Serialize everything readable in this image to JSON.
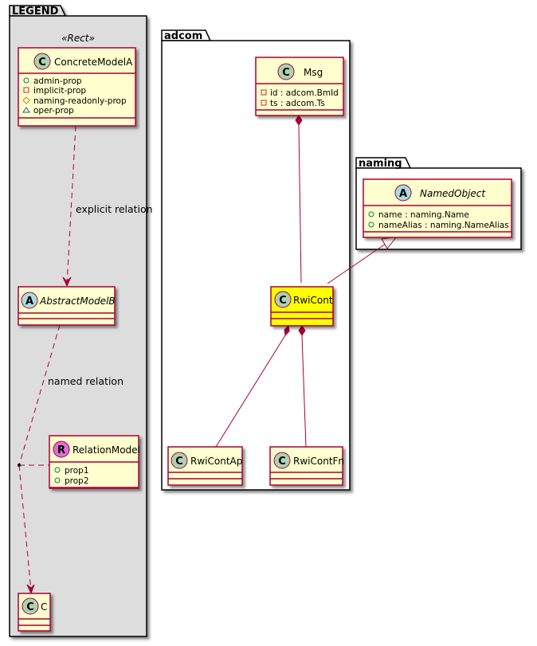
{
  "colors": {
    "class_fill": "#FEFECE",
    "class_border": "#A80036",
    "highlight_fill": "#FFFF00",
    "legend_pkg_fill": "#DDDDDD",
    "pkg_fill": "#FFFFFF",
    "edge": "#A80036",
    "icon_class": "#ADD1B2",
    "icon_abstract": "#A9DCDF",
    "icon_relation": "#DA70D6",
    "vis_public": "#038048",
    "vis_private": "#C82930",
    "vis_protected": "#B38D22",
    "vis_package": "#1963A0"
  },
  "packages": {
    "legend": {
      "name": "LEGEND",
      "stereotype": "«Rect»"
    },
    "adcom": {
      "name": "adcom"
    },
    "naming": {
      "name": "naming"
    }
  },
  "classes": {
    "concrete_model_a": {
      "letter": "C",
      "name": "ConcreteModelA",
      "attributes": [
        {
          "visibility": "public",
          "text": "admin-prop"
        },
        {
          "visibility": "private",
          "text": "implicit-prop"
        },
        {
          "visibility": "protected",
          "text": "naming-readonly-prop"
        },
        {
          "visibility": "package",
          "text": "oper-prop"
        }
      ]
    },
    "abstract_model_b": {
      "letter": "A",
      "name": "AbstractModelB",
      "attributes": []
    },
    "relation_model": {
      "letter": "R",
      "name": "RelationModel",
      "attributes": [
        {
          "visibility": "public",
          "text": "prop1"
        },
        {
          "visibility": "public",
          "text": "prop2"
        }
      ]
    },
    "c": {
      "letter": "C",
      "name": "C",
      "attributes": []
    },
    "msg": {
      "letter": "C",
      "name": "Msg",
      "attributes": [
        {
          "visibility": "private",
          "text": "id : adcom.BmId"
        },
        {
          "visibility": "private",
          "text": "ts : adcom.Ts"
        }
      ]
    },
    "rwi_cont": {
      "letter": "C",
      "name": "RwiCont",
      "attributes": []
    },
    "rwi_cont_ap": {
      "letter": "C",
      "name": "RwiContAp",
      "attributes": []
    },
    "rwi_cont_fn": {
      "letter": "C",
      "name": "RwiContFn",
      "attributes": []
    },
    "named_object": {
      "letter": "A",
      "name": "NamedObject",
      "attributes": [
        {
          "visibility": "public",
          "text": "name : naming.Name"
        },
        {
          "visibility": "public",
          "text": "nameAlias : naming.NameAlias"
        }
      ]
    }
  },
  "relations": {
    "explicit": {
      "from": "ConcreteModelA",
      "to": "AbstractModelB",
      "type": "dependency",
      "label": "explicit relation"
    },
    "named": {
      "from": "AbstractModelB",
      "to": "C",
      "type": "association-class",
      "via": "RelationModel",
      "label": "named relation"
    },
    "msg_rwicont": {
      "from": "Msg",
      "to": "RwiCont",
      "type": "composition"
    },
    "rwicont_ap": {
      "from": "RwiCont",
      "to": "RwiContAp",
      "type": "composition"
    },
    "rwicont_fn": {
      "from": "RwiCont",
      "to": "RwiContFn",
      "type": "composition"
    },
    "rwicont_named": {
      "from": "RwiCont",
      "to": "NamedObject",
      "type": "generalization"
    }
  }
}
